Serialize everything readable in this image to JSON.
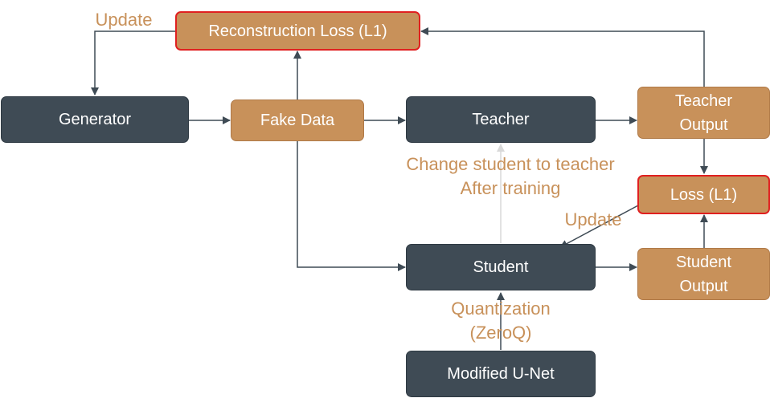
{
  "colors": {
    "dark_box": "#3f4b55",
    "orange_box": "#c8915a",
    "highlight_border": "#e02020",
    "arrow": "#3f4b55",
    "faint_arrow": "#d9d9d9",
    "note_text": "#c8915a"
  },
  "nodes": {
    "reconstruction_loss": "Reconstruction Loss (L1)",
    "generator": "Generator",
    "fake_data": "Fake Data",
    "teacher": "Teacher",
    "teacher_output": "Teacher\nOutput",
    "loss": "Loss (L1)",
    "student": "Student",
    "student_output": "Student\nOutput",
    "modified_unet": "Modified U-Net"
  },
  "notes": {
    "update_generator": "Update",
    "update_student": "Update",
    "change_student": "Change student to teacher\nAfter training",
    "quantization": "Quantization\n(ZeroQ)"
  }
}
